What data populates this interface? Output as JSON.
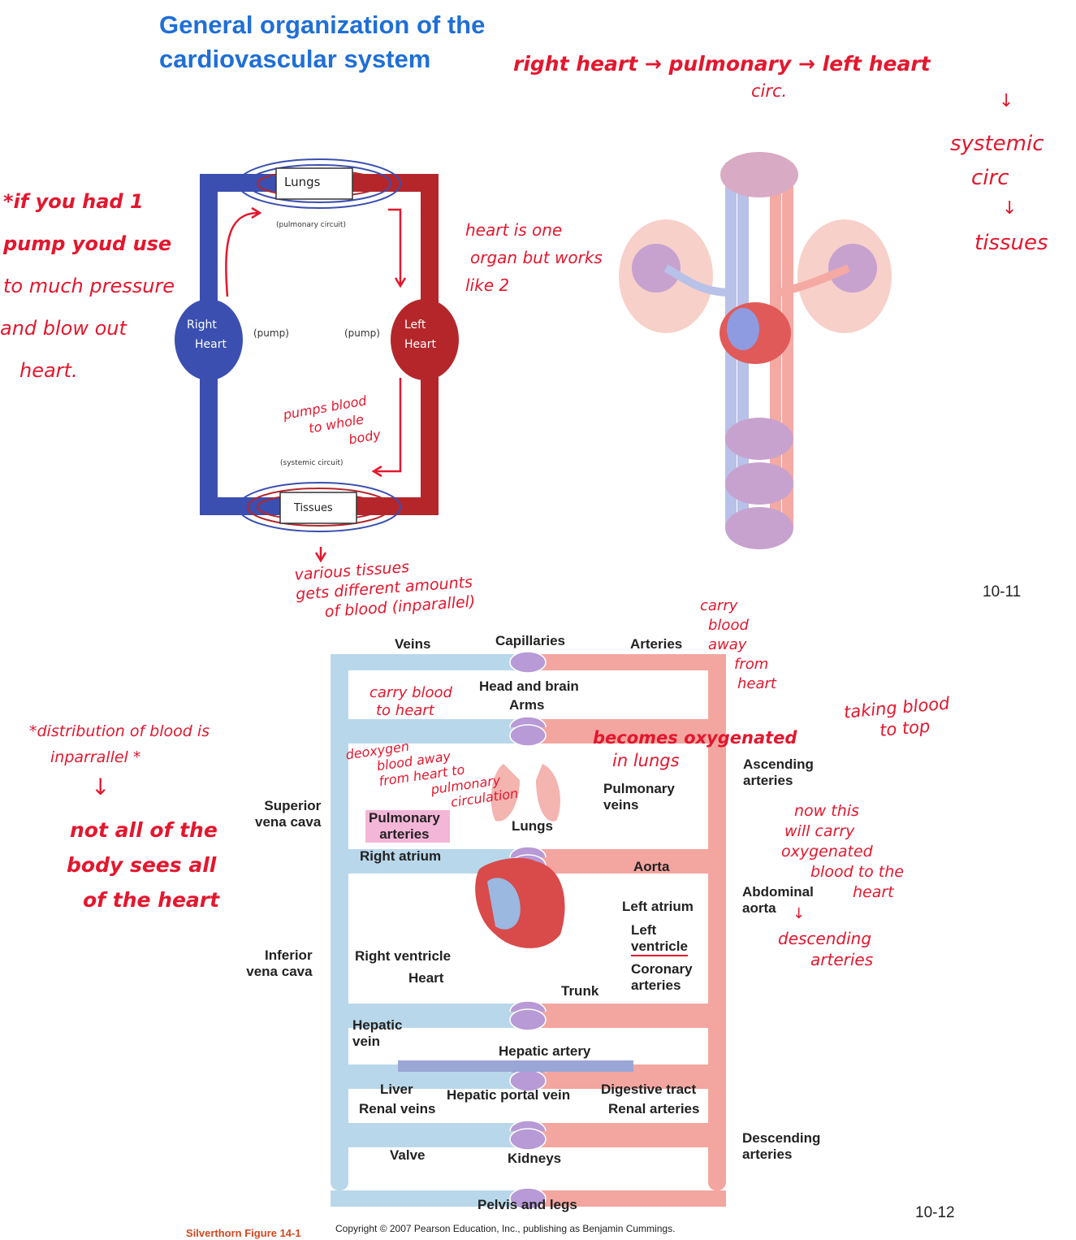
{
  "slide_top": {
    "title_line1": "General organization of the",
    "title_line2": "cardiovascular system",
    "slide_number": "10-11"
  },
  "top_diagram": {
    "lungs": "Lungs",
    "pulmonary_circuit": "(pulmonary circuit)",
    "right_heart": [
      "Right",
      "Heart"
    ],
    "left_heart": [
      "Left",
      "Heart"
    ],
    "pump_left": "(pump)",
    "pump_right": "(pump)",
    "systemic_circuit": "(systemic circuit)",
    "tissues": "Tissues"
  },
  "handwritten_top": {
    "flow_line1": "right heart → pulmonary → left heart",
    "flow_circ": "circ.",
    "systemic": "systemic",
    "circ": "circ",
    "tissues": "tissues",
    "if_pump": [
      "*if you had 1",
      "pump youd use",
      "to much pressure",
      "and blow out",
      "heart."
    ],
    "heart_organ": [
      "heart is one",
      "organ but works",
      "like 2"
    ],
    "pumps_blood": [
      "pumps blood",
      "to whole",
      "body"
    ],
    "various_tissues": [
      "various tissues",
      "gets different amounts",
      "of blood (inparallel)"
    ]
  },
  "bottom_diagram": {
    "veins": "Veins",
    "capillaries": "Capillaries",
    "arteries": "Arteries",
    "head_brain": "Head and brain",
    "arms": "Arms",
    "superior_vc": [
      "Superior",
      "vena cava"
    ],
    "pulmonary_arteries": [
      "Pulmonary",
      "arteries"
    ],
    "lungs": "Lungs",
    "pulmonary_veins": [
      "Pulmonary",
      "veins"
    ],
    "ascending": [
      "Ascending",
      "arteries"
    ],
    "right_atrium": "Right atrium",
    "aorta": "Aorta",
    "left_atrium": "Left atrium",
    "abdominal": [
      "Abdominal",
      "aorta"
    ],
    "left_ventricle": [
      "Left",
      "ventricle"
    ],
    "inferior_vc": [
      "Inferior",
      "vena cava"
    ],
    "right_ventricle": "Right ventricle",
    "heart": "Heart",
    "coronary": [
      "Coronary",
      "arteries"
    ],
    "trunk": "Trunk",
    "hepatic_vein": [
      "Hepatic",
      "vein"
    ],
    "hepatic_artery": "Hepatic artery",
    "liver": "Liver",
    "hepatic_portal": "Hepatic portal vein",
    "digestive": "Digestive tract",
    "renal_veins": "Renal veins",
    "renal_arteries": "Renal arteries",
    "valve": "Valve",
    "kidneys": "Kidneys",
    "descending": [
      "Descending",
      "arteries"
    ],
    "pelvis": "Pelvis and legs",
    "figure": "Silverthorn Figure 14-1",
    "copyright": "Copyright © 2007 Pearson Education, Inc., publishing as Benjamin Cummings.",
    "slide_number": "10-12"
  },
  "handwritten_bottom": {
    "carry_away": [
      "carry",
      "blood",
      "away",
      "from",
      "heart"
    ],
    "carry_to": [
      "carry blood",
      "to heart"
    ],
    "distribution": [
      "*distribution of blood is",
      "inparrallel *"
    ],
    "not_all": [
      "not all of the",
      "body sees all",
      "of the heart"
    ],
    "deoxygen": [
      "deoxygen",
      "blood away",
      "from heart to",
      "pulmonary",
      "circulation"
    ],
    "becomes": [
      "becomes oxygenated",
      "in lungs"
    ],
    "taking": [
      "taking blood",
      "to top"
    ],
    "now_this": [
      "now this",
      "will carry",
      "oxygenated",
      "blood to the",
      "heart"
    ],
    "descending": [
      "descending",
      "arteries"
    ]
  },
  "colors": {
    "vein_blue": "#3b4fb0",
    "artery_red": "#b5262b",
    "hand_red": "#e3172e",
    "title_blue": "#1f6fd6",
    "bottom_vein": "#b9d7ea",
    "bottom_artery": "#f3a5a0"
  }
}
